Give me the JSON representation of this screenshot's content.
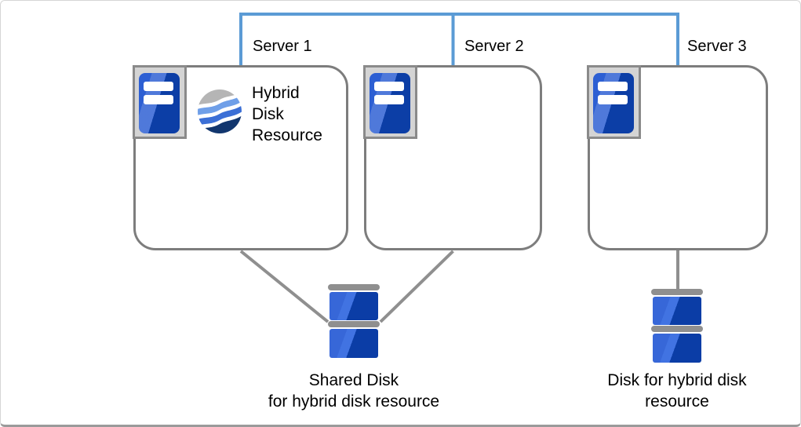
{
  "diagram": {
    "type": "cluster-topology",
    "servers": [
      {
        "label": "Server 1",
        "resource_label": "Hybrid\nDisk\nResource"
      },
      {
        "label": "Server 2"
      },
      {
        "label": "Server 3"
      }
    ],
    "disks": [
      {
        "name": "shared-disk",
        "label": "Shared Disk\nfor hybrid disk resource"
      },
      {
        "name": "hybrid-disk",
        "label": "Disk for hybrid disk\nresource"
      }
    ],
    "icons": [
      {
        "name": "server-icon"
      },
      {
        "name": "hybrid-disk-resource-icon"
      },
      {
        "name": "shared-disk-icon"
      },
      {
        "name": "hybrid-disk-icon"
      }
    ],
    "colors": {
      "network_line": "#5b9bd5",
      "connector_line": "#8f8f8f",
      "box_border": "#7d7d7d",
      "server_blue_light": "#2d5fd3",
      "server_blue_dark": "#0c3ea6",
      "icon_tray_bg": "#d4d4d4",
      "icon_tray_border": "#8a8a8a",
      "disk_bar_gray": "#8f8f8f",
      "wave_gray": "#b5b5b5",
      "wave_light_blue": "#6f9fe8",
      "wave_mid_blue": "#3b6fd6",
      "wave_navy": "#12366e",
      "text": "#000000",
      "background": "#ffffff"
    }
  }
}
